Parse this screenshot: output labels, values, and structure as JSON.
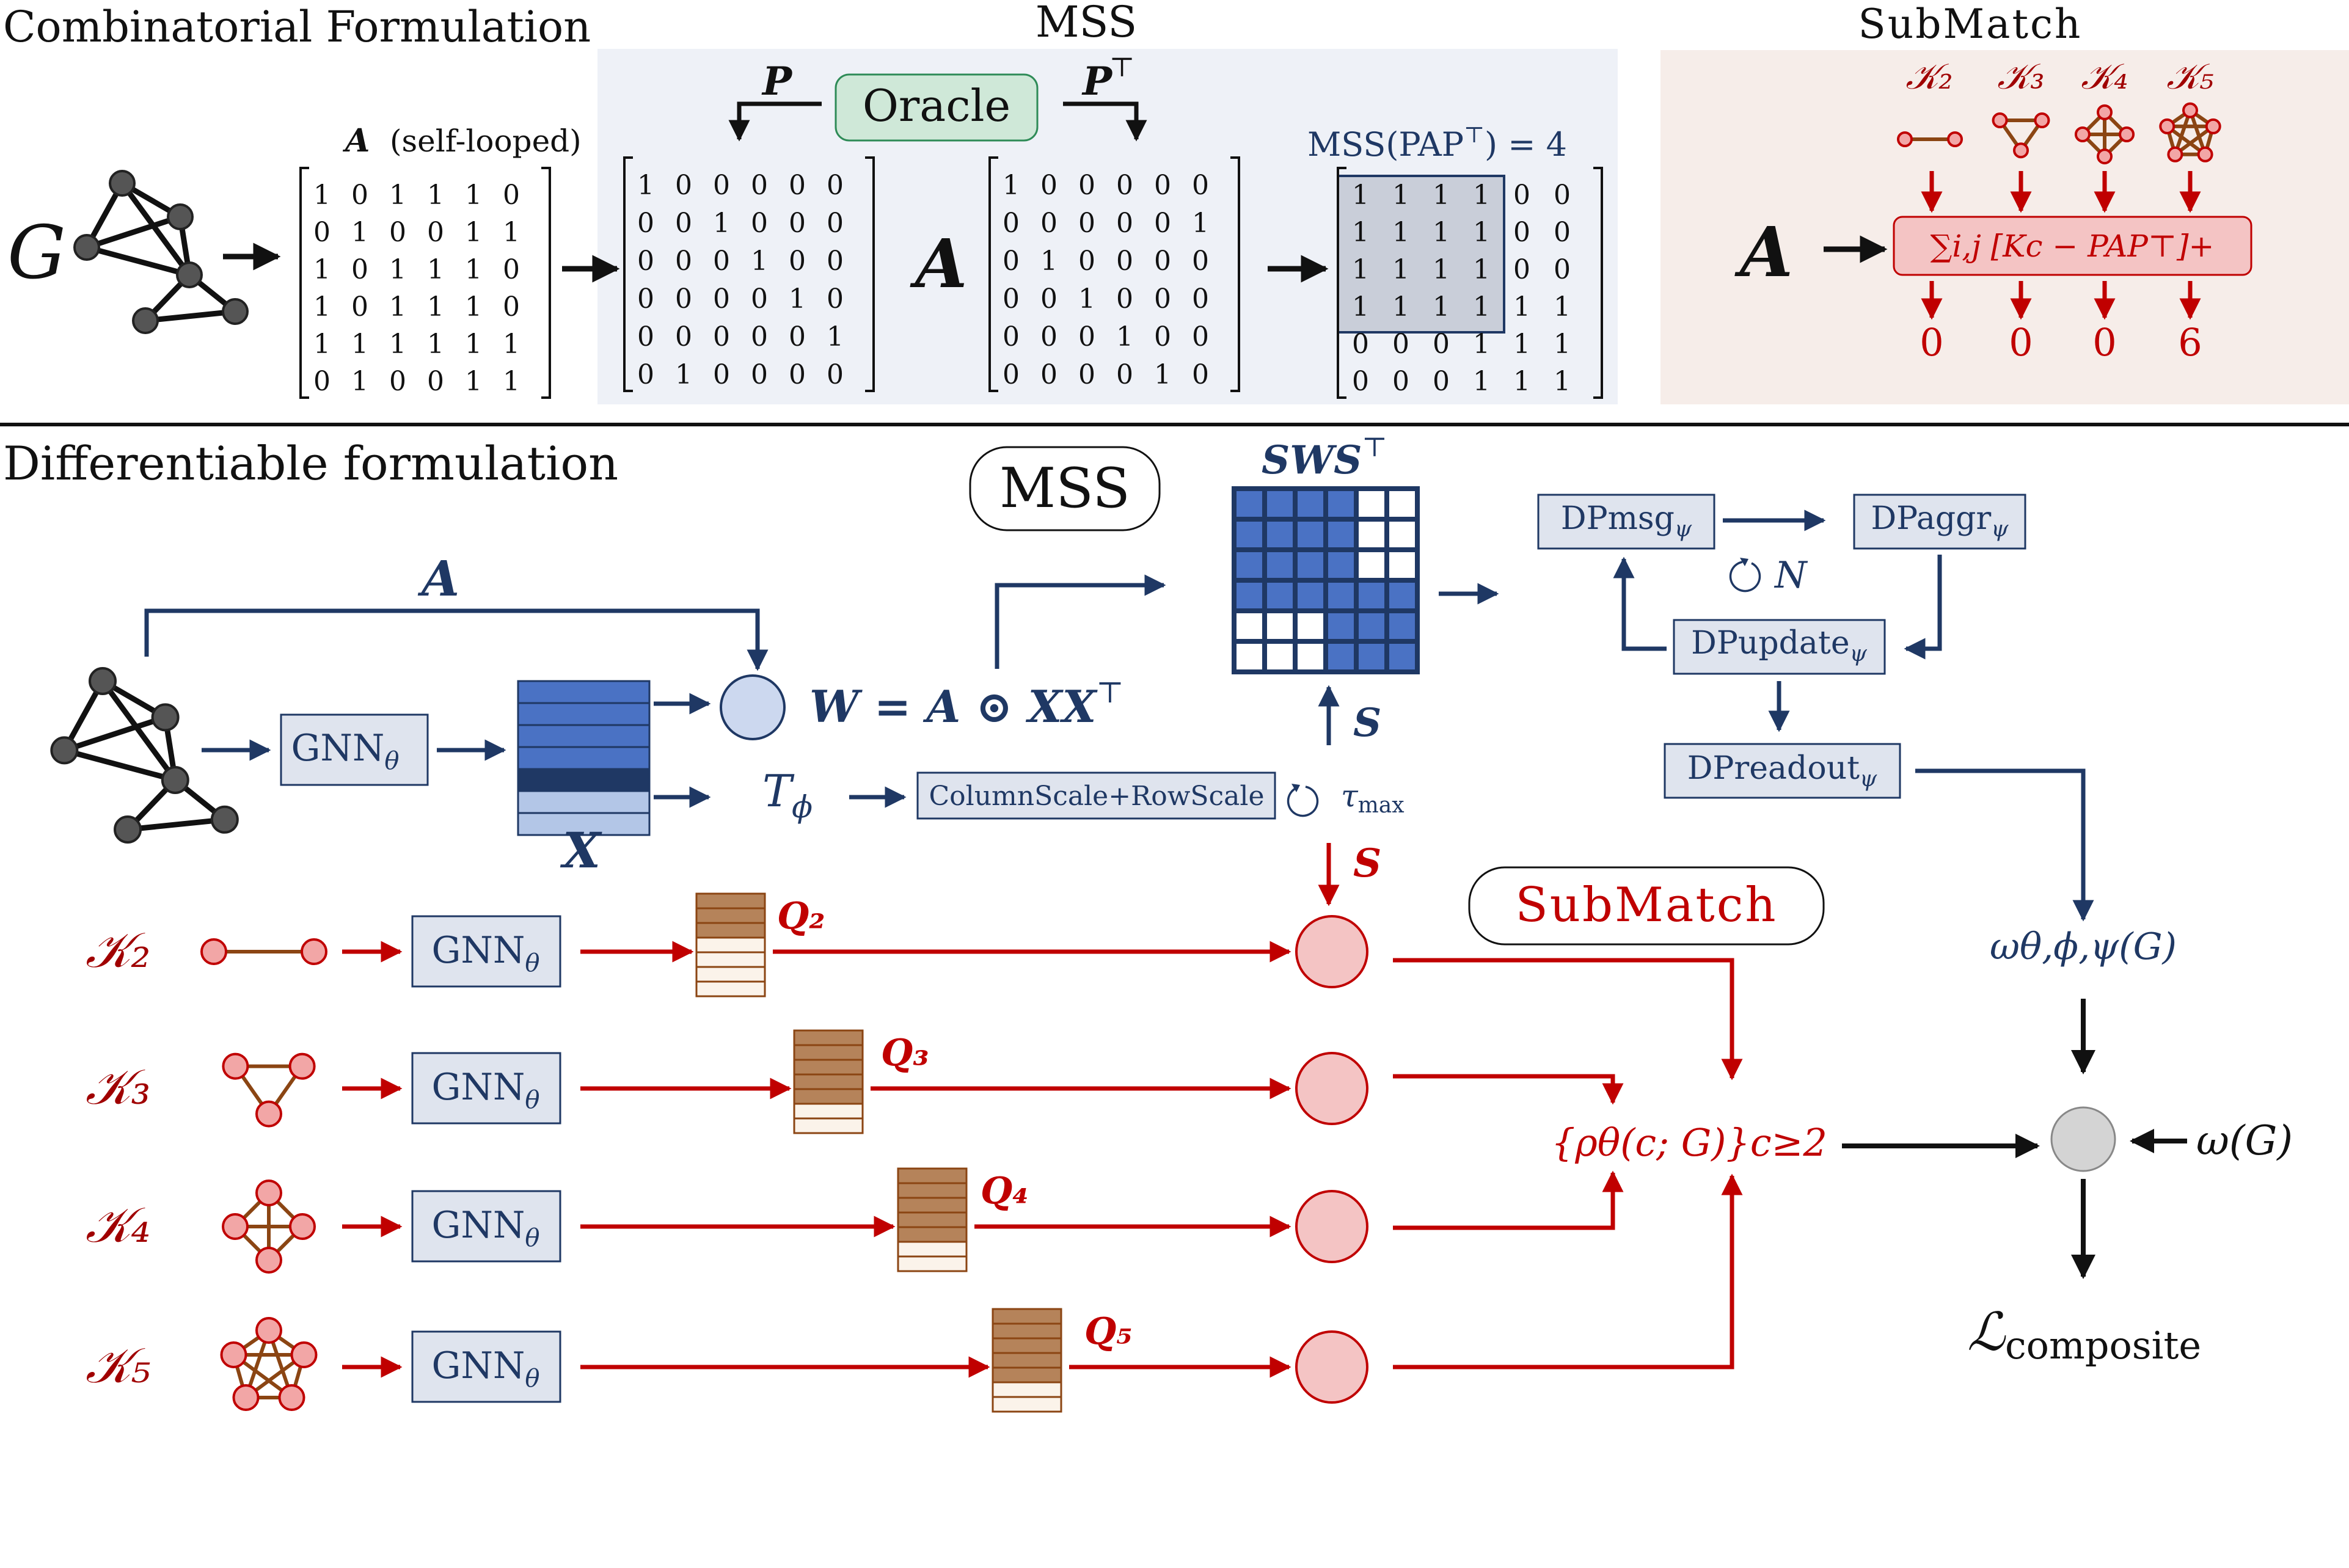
{
  "colors": {
    "navy": "#1f3864",
    "red": "#c00000",
    "brown": "#8b4513",
    "node_gray": "#555555",
    "node_pink": "#f2a6a6",
    "box_blue": "#dfe4ee",
    "mss_panel": "#eef1f7",
    "submatch_panel": "#f6ede9",
    "oracle_green": "#cfe8d8",
    "grid_blue": "#4a72c4",
    "pink_box": "#f4c4c4"
  },
  "top": {
    "section_title": "Combinatorial Formulation",
    "mss_title": "MSS",
    "submatch_title": "SubMatch",
    "graph_label": "G",
    "adj_caption_bold": "A",
    "adj_caption_rest": "(self-looped)",
    "perm_left": "P",
    "perm_right": "P",
    "perm_right_sup": "⊤",
    "oracle_label": "Oracle",
    "matrix_A_label": "A",
    "mss_value_label": "MSS(PAP",
    "mss_value_sup": "⊤",
    "mss_value_eq": ") = 4",
    "adjacency": [
      [
        1,
        0,
        1,
        1,
        1,
        0
      ],
      [
        0,
        1,
        0,
        0,
        1,
        1
      ],
      [
        1,
        0,
        1,
        1,
        1,
        0
      ],
      [
        1,
        0,
        1,
        1,
        1,
        0
      ],
      [
        1,
        1,
        1,
        1,
        1,
        1
      ],
      [
        0,
        1,
        0,
        0,
        1,
        1
      ]
    ],
    "perm_P": [
      [
        1,
        0,
        0,
        0,
        0,
        0
      ],
      [
        0,
        0,
        1,
        0,
        0,
        0
      ],
      [
        0,
        0,
        0,
        1,
        0,
        0
      ],
      [
        0,
        0,
        0,
        0,
        1,
        0
      ],
      [
        0,
        0,
        0,
        0,
        0,
        1
      ],
      [
        0,
        1,
        0,
        0,
        0,
        0
      ]
    ],
    "perm_PT": [
      [
        1,
        0,
        0,
        0,
        0,
        0
      ],
      [
        0,
        0,
        0,
        0,
        0,
        1
      ],
      [
        0,
        1,
        0,
        0,
        0,
        0
      ],
      [
        0,
        0,
        1,
        0,
        0,
        0
      ],
      [
        0,
        0,
        0,
        1,
        0,
        0
      ],
      [
        0,
        0,
        0,
        0,
        1,
        0
      ]
    ],
    "permuted": [
      [
        1,
        1,
        1,
        1,
        0,
        0
      ],
      [
        1,
        1,
        1,
        1,
        0,
        0
      ],
      [
        1,
        1,
        1,
        1,
        0,
        0
      ],
      [
        1,
        1,
        1,
        1,
        1,
        1
      ],
      [
        0,
        0,
        0,
        1,
        1,
        1
      ],
      [
        0,
        0,
        0,
        1,
        1,
        1
      ]
    ],
    "clique_labels": [
      "𝒦₂",
      "𝒦₃",
      "𝒦₄",
      "𝒦₅"
    ],
    "submatch_A": "A",
    "submatch_formula": "∑i,j [Kc − PAP⊤]+",
    "submatch_outputs": [
      "0",
      "0",
      "0",
      "6"
    ]
  },
  "bottom": {
    "section_title": "Differentiable formulation",
    "mss_badge": "MSS",
    "submatch_badge": "SubMatch",
    "edge_A": "A",
    "gnn_label": "GNN",
    "gnn_sub": "θ",
    "X_label": "X",
    "W_formula": "W = A ⊙ XX",
    "W_sup": "⊤",
    "T_phi": "T",
    "T_phi_sub": "ϕ",
    "scale_label": "ColumnScale+RowScale",
    "tau_label": "τ",
    "tau_sub": "max",
    "sws_label": "SWS",
    "sws_sup": "⊤",
    "S_up": "S",
    "S_down": "S",
    "dp_msg": "DPmsg",
    "dp_aggr": "DPaggr",
    "dp_update": "DPupdate",
    "dp_readout": "DPreadout",
    "psi": "ψ",
    "loop_N": "N",
    "omega_theta": "ωθ,ϕ,ψ(G)",
    "omega_G": "ω(G)",
    "loss_main": "ℒ",
    "loss_sub": "composite",
    "rho_label": "{ρθ(c; G)}c≥2",
    "clique_rows": [
      {
        "label": "𝒦₂",
        "q": "Q₂"
      },
      {
        "label": "𝒦₃",
        "q": "Q₃"
      },
      {
        "label": "𝒦₄",
        "q": "Q₄"
      },
      {
        "label": "𝒦₅",
        "q": "Q₅"
      }
    ],
    "sws_grid": [
      [
        1,
        1,
        1,
        1,
        0,
        0
      ],
      [
        1,
        1,
        1,
        1,
        0,
        0
      ],
      [
        1,
        1,
        1,
        1,
        0,
        0
      ],
      [
        1,
        1,
        1,
        1,
        1,
        1
      ],
      [
        0,
        0,
        0,
        1,
        1,
        1
      ],
      [
        0,
        0,
        0,
        1,
        1,
        1
      ]
    ]
  }
}
